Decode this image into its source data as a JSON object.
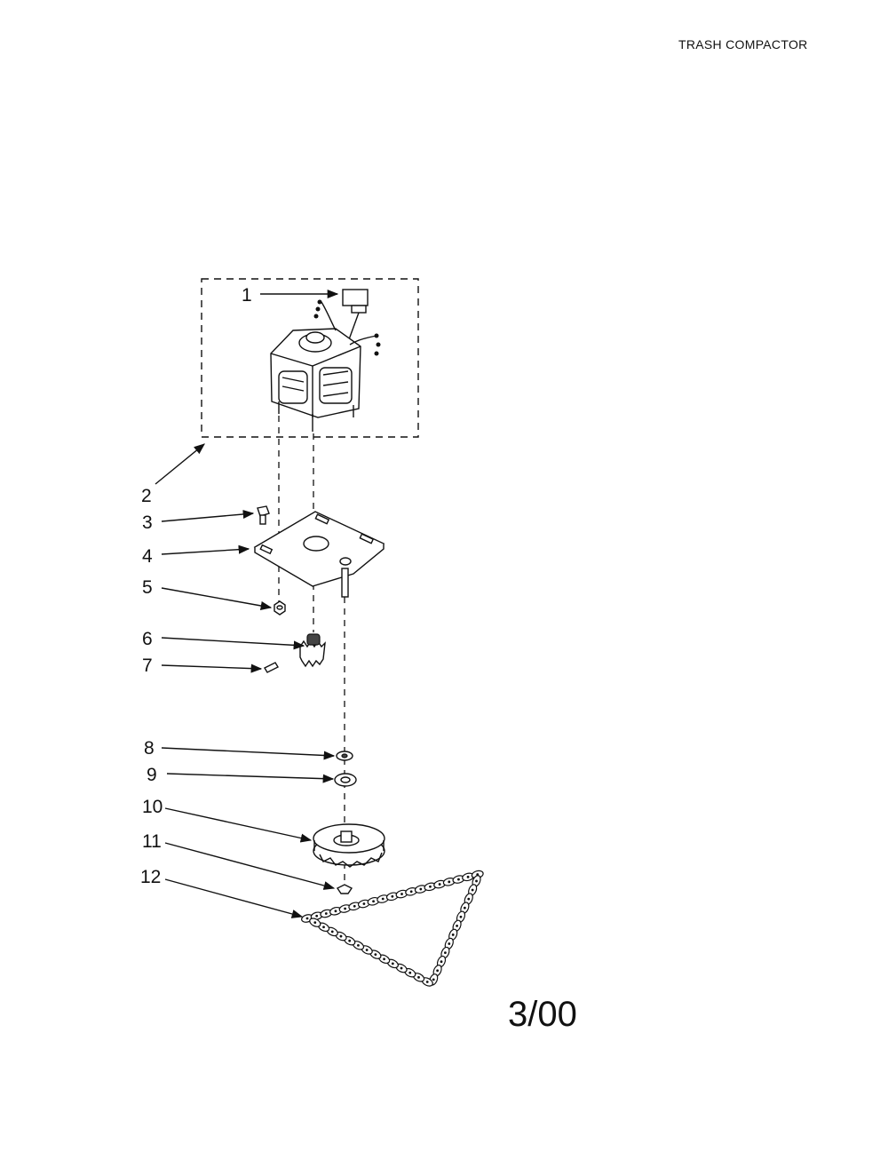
{
  "header": {
    "title": "TRASH COMPACTOR"
  },
  "footer": {
    "date": "3/00"
  },
  "callouts": [
    {
      "number": "1"
    },
    {
      "number": "2"
    },
    {
      "number": "3"
    },
    {
      "number": "4"
    },
    {
      "number": "5"
    },
    {
      "number": "6"
    },
    {
      "number": "7"
    },
    {
      "number": "8"
    },
    {
      "number": "9"
    },
    {
      "number": "10"
    },
    {
      "number": "11"
    },
    {
      "number": "12"
    }
  ]
}
